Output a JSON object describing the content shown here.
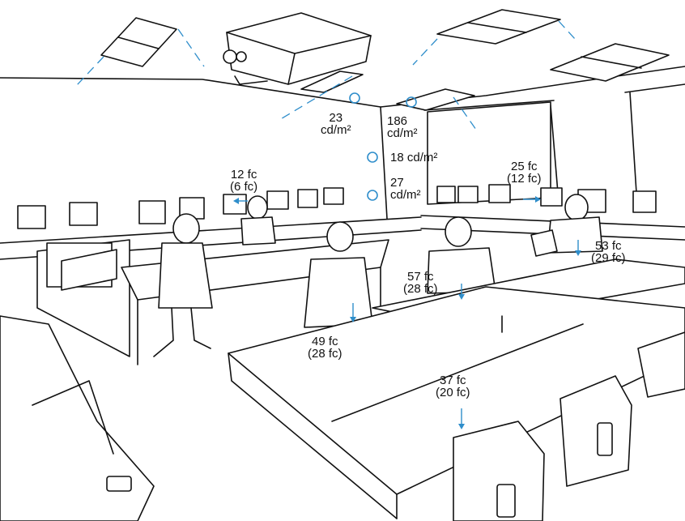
{
  "accent_color": "#2f8ecb",
  "illuminance_labels": [
    {
      "id": "mid-left-workstation",
      "primary": "12 fc",
      "secondary": "(6 fc)"
    },
    {
      "id": "right-workstation",
      "primary": "25 fc",
      "secondary": "(12 fc)"
    },
    {
      "id": "right-desk",
      "primary": "53 fc",
      "secondary": "(29 fc)"
    },
    {
      "id": "center-student-desk",
      "primary": "57 fc",
      "secondary": "(28 fc)"
    },
    {
      "id": "front-left-desk",
      "primary": "49 fc",
      "secondary": "(28 fc)"
    },
    {
      "id": "front-table",
      "primary": "37 fc",
      "secondary": "(20 fc)"
    }
  ],
  "luminance_labels": [
    {
      "id": "ceiling-left",
      "value": "23",
      "unit": "cd/m²"
    },
    {
      "id": "ceiling-fixture",
      "value": "186",
      "unit": "cd/m²"
    },
    {
      "id": "wall-upper",
      "value": "18 cd/m²",
      "unit": ""
    },
    {
      "id": "wall-lower",
      "value": "27",
      "unit": "cd/m²"
    }
  ],
  "icons": [
    "measurement-point-circle",
    "illuminance-arrow"
  ]
}
